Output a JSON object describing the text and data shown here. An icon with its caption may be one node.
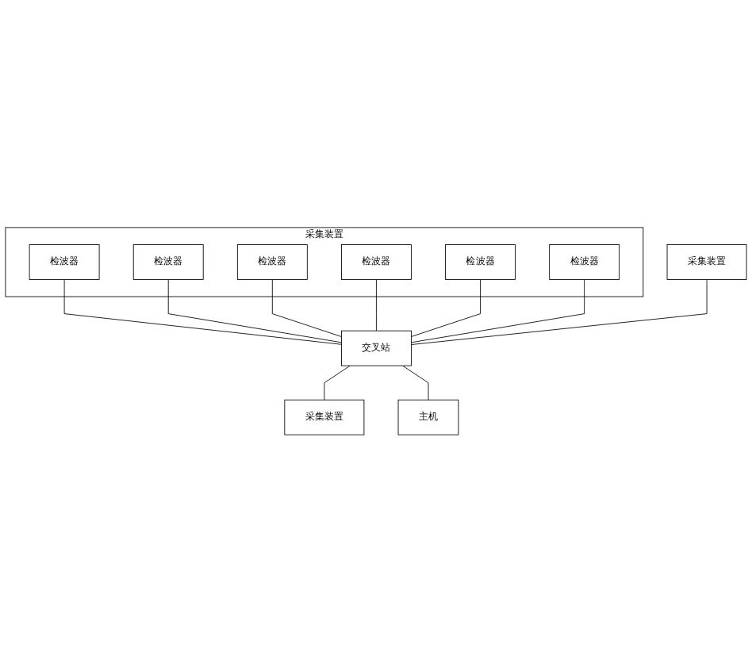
{
  "diagram": {
    "nodes": [
      {
        "text": [
          "采集装置"
        ]
      },
      {
        "text": [
          "检波器"
        ],
        "in": 0
      },
      {
        "text": [
          "检波器"
        ],
        "in": 0
      },
      {
        "text": [
          "检波器"
        ],
        "in": 0
      },
      {
        "text": [
          "检波器"
        ],
        "in": 0
      },
      {
        "text": [
          "检波器"
        ],
        "in": 0
      },
      {
        "text": [
          "检波器"
        ],
        "in": 0
      },
      {
        "text": [
          "采集装置"
        ]
      },
      {
        "text": [
          "交叉站"
        ]
      },
      {
        "text": [
          "采集装置"
        ]
      },
      {
        "text": [
          "主机"
        ]
      }
    ],
    "edges": [
      {
        "from": 1,
        "to": 8,
        "arrow": "none"
      },
      {
        "from": 2,
        "to": 8,
        "arrow": "none"
      },
      {
        "from": 3,
        "to": 8,
        "arrow": "none"
      },
      {
        "from": 4,
        "to": 8,
        "arrow": "none"
      },
      {
        "from": 5,
        "to": 8,
        "arrow": "none"
      },
      {
        "from": 6,
        "to": 8,
        "arrow": "none"
      },
      {
        "from": 7,
        "to": 8,
        "arrow": "none"
      },
      {
        "from": 8,
        "to": 9,
        "arrow": "none"
      },
      {
        "from": 8,
        "to": 10,
        "arrow": "none"
      }
    ]
  }
}
